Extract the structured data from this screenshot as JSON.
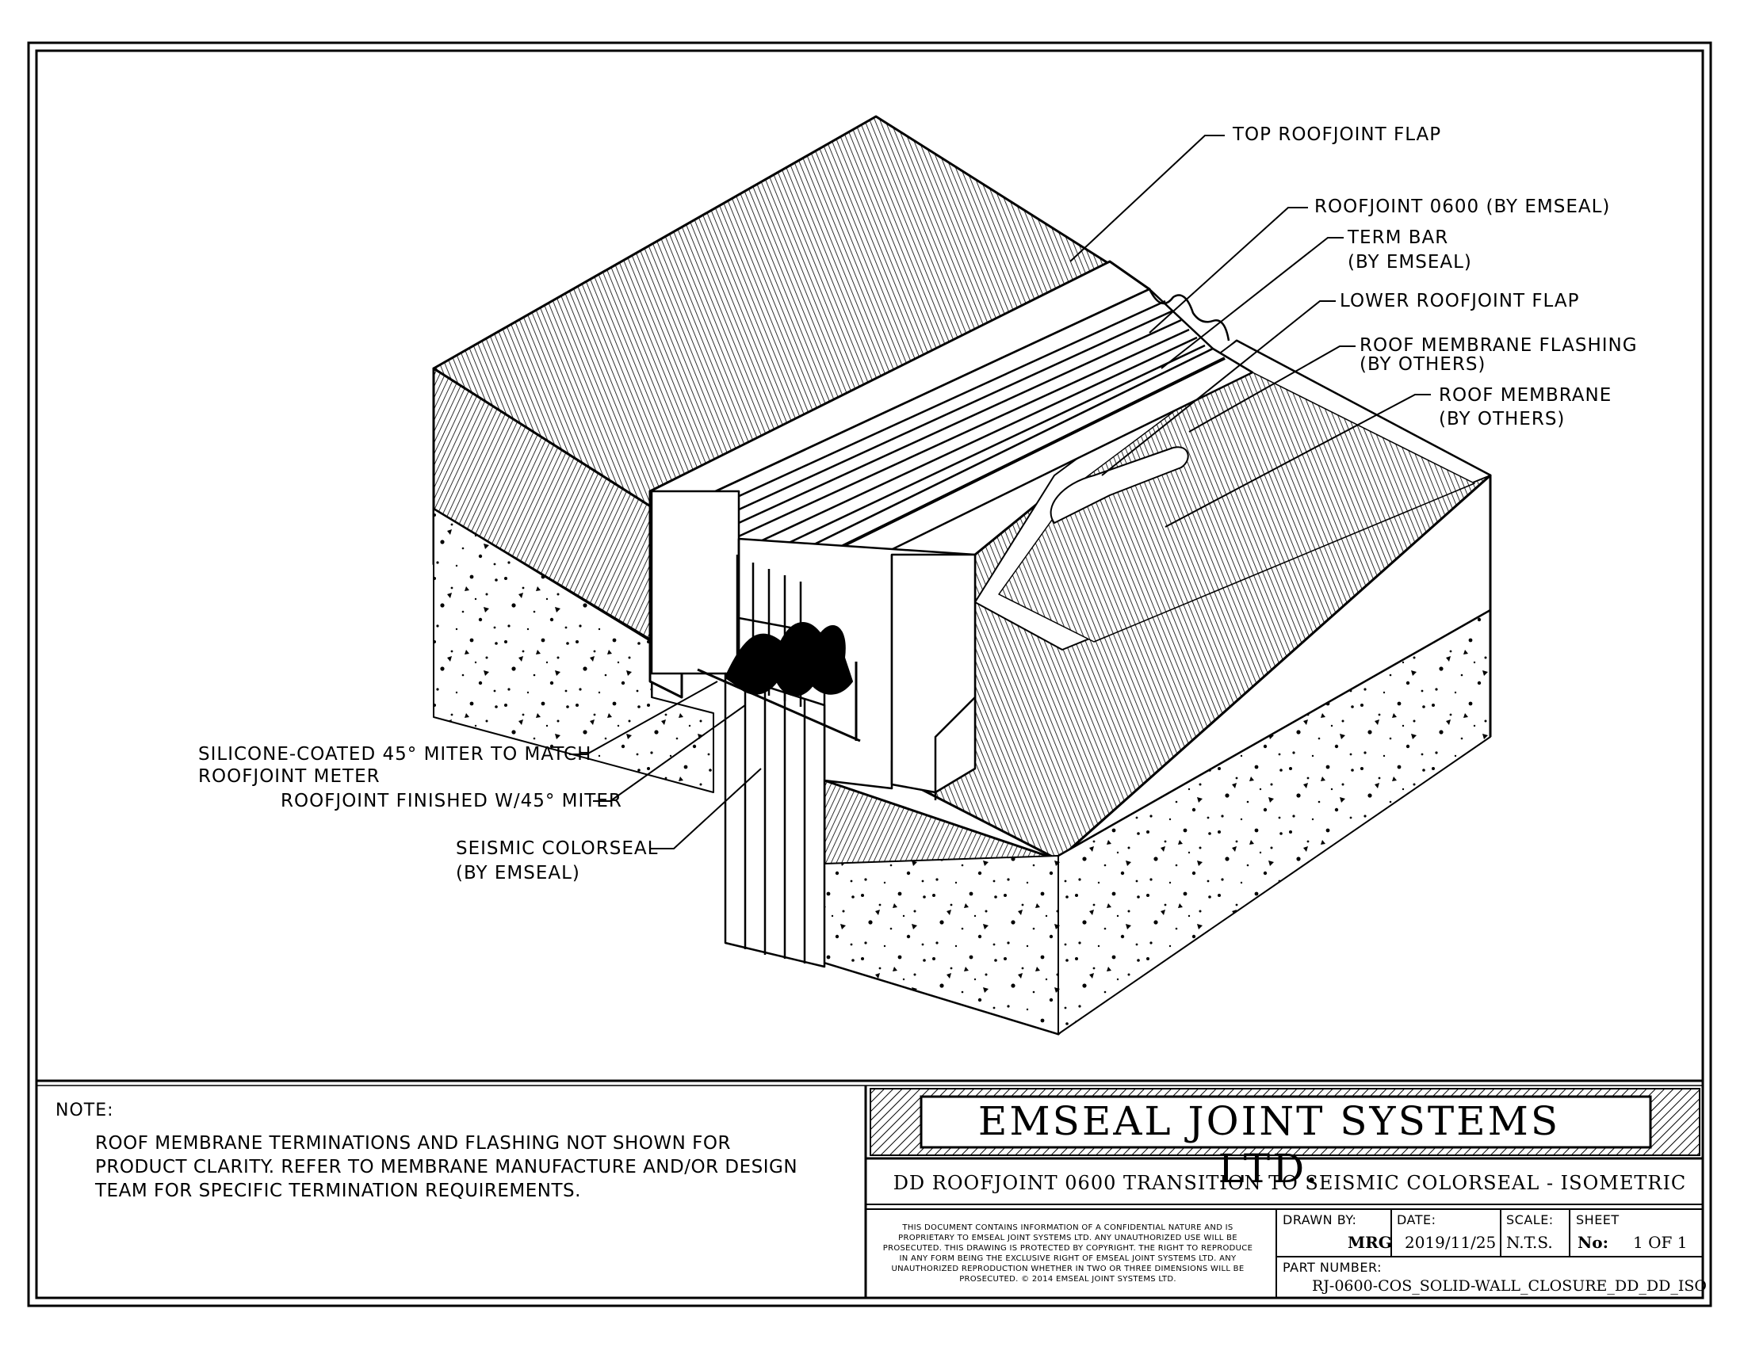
{
  "callouts": {
    "top_flap": "TOP ROOFJOINT FLAP",
    "roofjoint": "ROOFJOINT 0600 (BY EMSEAL)",
    "term_bar_1": "TERM BAR",
    "term_bar_2": "(BY EMSEAL)",
    "lower_flap": "LOWER ROOFJOINT FLAP",
    "flashing_1": "ROOF MEMBRANE FLASHING",
    "flashing_2": "(BY OTHERS)",
    "membrane_1": "ROOF MEMBRANE",
    "membrane_2": "(BY OTHERS)",
    "silicone_1": "SILICONE-COATED 45° MITER TO MATCH",
    "silicone_2": "ROOFJOINT METER",
    "finished": "ROOFJOINT FINISHED W/45° MITER",
    "seismic_1": "SEISMIC COLORSEAL",
    "seismic_2": "(BY EMSEAL)"
  },
  "note": {
    "heading": "NOTE:",
    "body": "ROOF MEMBRANE TERMINATIONS AND FLASHING NOT SHOWN FOR PRODUCT CLARITY. REFER TO MEMBRANE MANUFACTURE AND/OR DESIGN TEAM FOR SPECIFIC TERMINATION REQUIREMENTS."
  },
  "title_block": {
    "company": "EMSEAL JOINT SYSTEMS LTD.",
    "drawing_title": "DD ROOFJOINT 0600 TRANSITION TO SEISMIC COLORSEAL - ISOMETRIC",
    "legal": "THIS DOCUMENT CONTAINS INFORMATION OF A CONFIDENTIAL NATURE AND IS PROPRIETARY TO EMSEAL JOINT SYSTEMS LTD. ANY UNAUTHORIZED USE WILL BE PROSECUTED. THIS DRAWING IS PROTECTED BY COPYRIGHT. THE RIGHT TO REPRODUCE IN ANY FORM BEING THE EXCLUSIVE RIGHT OF EMSEAL JOINT SYSTEMS LTD. ANY UNAUTHORIZED REPRODUCTION WHETHER IN TWO OR THREE DIMENSIONS WILL BE PROSECUTED. © 2014 EMSEAL JOINT SYSTEMS LTD.",
    "drawn_by_label": "DRAWN BY:",
    "drawn_by": "MRG",
    "date_label": "DATE:",
    "date": "2019/11/25",
    "scale_label": "SCALE:",
    "scale": "N.T.S.",
    "sheet_label": "SHEET",
    "sheet_no_label": "No:",
    "sheet": "1 OF 1",
    "part_number_label": "PART NUMBER:",
    "part_number": "RJ-0600-COS_SOLID-WALL_CLOSURE_DD_DD_ISO"
  }
}
